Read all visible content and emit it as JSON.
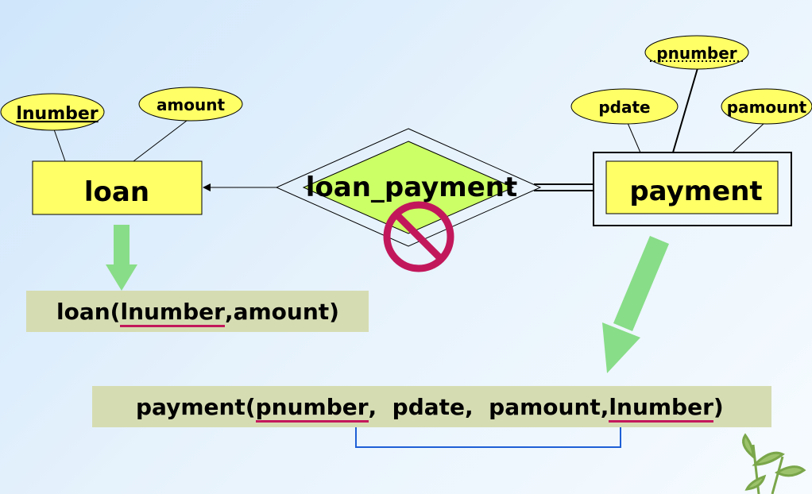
{
  "entities": {
    "loan": "loan",
    "payment": "payment"
  },
  "relationship": {
    "name": "loan_payment"
  },
  "attributes": {
    "loan": [
      "lnumber",
      "amount"
    ],
    "payment": [
      "pnumber",
      "pdate",
      "pamount"
    ]
  },
  "schemas": {
    "loan": {
      "name": "loan",
      "open": "(",
      "key": "lnumber",
      "rest": ",amount)"
    },
    "payment": {
      "name": "payment",
      "open": "(",
      "key": "pnumber",
      "mid": ",  pdate,  pamount,",
      "fk": "lnumber",
      "close": ")"
    }
  },
  "colors": {
    "entity_fill": "#ffff66",
    "attr_fill": "#ffff66",
    "relationship_fill": "#ccff66",
    "arrow_green": "#88dd88",
    "no_sign": "#c2185b",
    "fk_link": "#1e5fd6",
    "schema_bg": "#d6dcb2"
  }
}
